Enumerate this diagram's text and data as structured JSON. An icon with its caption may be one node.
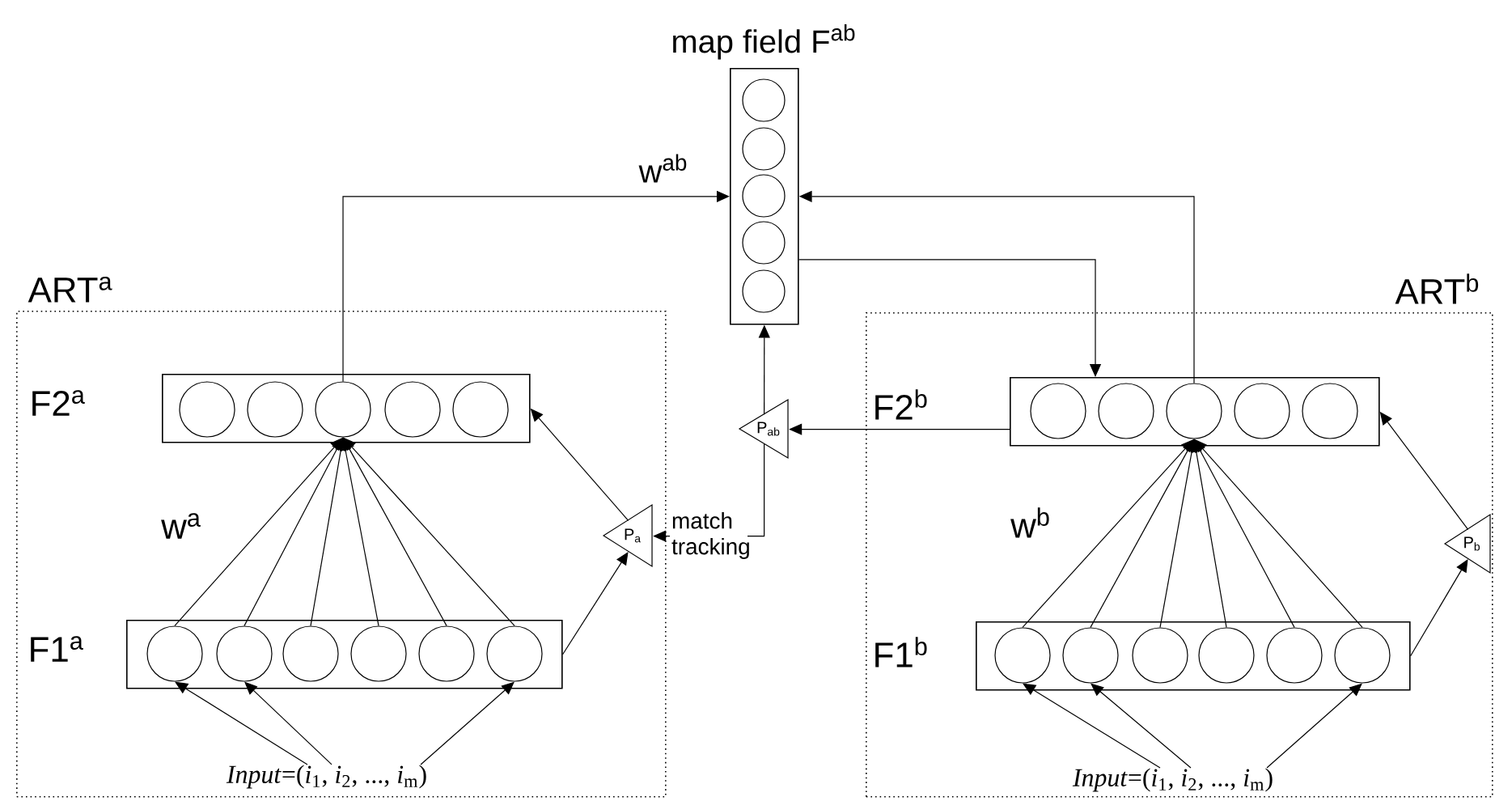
{
  "diagram": {
    "nodes": [
      {
        "text": [
          "map field F$^{ab}$"
        ]
      },
      {
        "text": [],
        "shape": "circle",
        "in": 0
      },
      {
        "text": [],
        "shape": "circle",
        "in": 0
      },
      {
        "text": [],
        "shape": "circle",
        "in": 0
      },
      {
        "text": [],
        "shape": "circle",
        "in": 0
      },
      {
        "text": [],
        "shape": "circle",
        "in": 0
      },
      {
        "text": [
          "ART$^{a}$"
        ]
      },
      {
        "text": [
          "F2$^{a}$"
        ],
        "in": 6
      },
      {
        "text": [],
        "shape": "circle",
        "in": 7
      },
      {
        "text": [],
        "shape": "circle",
        "in": 7
      },
      {
        "text": [],
        "shape": "circle",
        "in": 7
      },
      {
        "text": [],
        "shape": "circle",
        "in": 7
      },
      {
        "text": [],
        "shape": "circle",
        "in": 7
      },
      {
        "text": [
          "P$_{a}$"
        ],
        "in": 6
      },
      {
        "text": [
          "F1$^{a}$"
        ],
        "in": 6
      },
      {
        "text": [],
        "shape": "circle",
        "in": 14
      },
      {
        "text": [],
        "shape": "circle",
        "in": 14
      },
      {
        "text": [],
        "shape": "circle",
        "in": 14
      },
      {
        "text": [],
        "shape": "circle",
        "in": 14
      },
      {
        "text": [],
        "shape": "circle",
        "in": 14
      },
      {
        "text": [],
        "shape": "circle",
        "in": 14
      },
      {
        "text": [
          "*Input*=(*i*$_{1}$, *i*$_{2}$, ..., *i*$_{m}$)"
        ],
        "in": 6
      },
      {
        "text": [
          "P$_{ab}$"
        ]
      },
      {
        "text": [
          "ART$^{b}$"
        ]
      },
      {
        "text": [
          "F2$^{b}$"
        ],
        "in": 23
      },
      {
        "text": [],
        "shape": "circle",
        "in": 24
      },
      {
        "text": [],
        "shape": "circle",
        "in": 24
      },
      {
        "text": [],
        "shape": "circle",
        "in": 24
      },
      {
        "text": [],
        "shape": "circle",
        "in": 24
      },
      {
        "text": [],
        "shape": "circle",
        "in": 24
      },
      {
        "text": [
          "P$_{b}$"
        ],
        "in": 23
      },
      {
        "text": [
          "F1$^{b}$"
        ],
        "in": 23
      },
      {
        "text": [],
        "shape": "circle",
        "in": 31
      },
      {
        "text": [],
        "shape": "circle",
        "in": 31
      },
      {
        "text": [],
        "shape": "circle",
        "in": 31
      },
      {
        "text": [],
        "shape": "circle",
        "in": 31
      },
      {
        "text": [],
        "shape": "circle",
        "in": 31
      },
      {
        "text": [],
        "shape": "circle",
        "in": 31
      },
      {
        "text": [
          "*Input*=(*i*$_{1}$, *i*$_{2}$, ..., *i*$_{m}$)"
        ],
        "in": 23
      }
    ],
    "edges": [
      {
        "from": 15,
        "to": 10,
        "arrow": "to"
      },
      {
        "from": 16,
        "to": 10,
        "arrow": "to"
      },
      {
        "from": 17,
        "to": 10,
        "arrow": "to"
      },
      {
        "from": 18,
        "to": 10,
        "arrow": "to"
      },
      {
        "from": 19,
        "to": 10,
        "arrow": "to"
      },
      {
        "from": 20,
        "to": 10,
        "arrow": "to"
      },
      {
        "from": 21,
        "to": 15,
        "arrow": "to"
      },
      {
        "from": 21,
        "to": 16,
        "arrow": "to"
      },
      {
        "from": 21,
        "to": 20,
        "arrow": "to"
      },
      {
        "from": 14,
        "to": 13,
        "arrow": "to"
      },
      {
        "from": 13,
        "to": 7,
        "arrow": "to"
      },
      {
        "from": 10,
        "to": 0,
        "arrow": "to",
        "label": "w$^{ab}$"
      },
      {
        "from": 27,
        "to": 0,
        "arrow": "to"
      },
      {
        "from": 0,
        "to": 24,
        "arrow": "to"
      },
      {
        "from": 24,
        "to": 22,
        "arrow": "to"
      },
      {
        "from": 22,
        "to": 0,
        "arrow": "to"
      },
      {
        "from": 22,
        "to": 13,
        "arrow": "to",
        "label": "match tracking"
      },
      {
        "from": 32,
        "to": 27,
        "arrow": "to"
      },
      {
        "from": 33,
        "to": 27,
        "arrow": "to"
      },
      {
        "from": 34,
        "to": 27,
        "arrow": "to"
      },
      {
        "from": 35,
        "to": 27,
        "arrow": "to"
      },
      {
        "from": 36,
        "to": 27,
        "arrow": "to"
      },
      {
        "from": 37,
        "to": 27,
        "arrow": "to"
      },
      {
        "from": 38,
        "to": 32,
        "arrow": "to"
      },
      {
        "from": 38,
        "to": 33,
        "arrow": "to"
      },
      {
        "from": 38,
        "to": 37,
        "arrow": "to"
      },
      {
        "from": 31,
        "to": 30,
        "arrow": "to"
      },
      {
        "from": 30,
        "to": 24,
        "arrow": "to"
      }
    ],
    "labels": [
      "w$^{a}$",
      "w$^{b}$"
    ]
  }
}
